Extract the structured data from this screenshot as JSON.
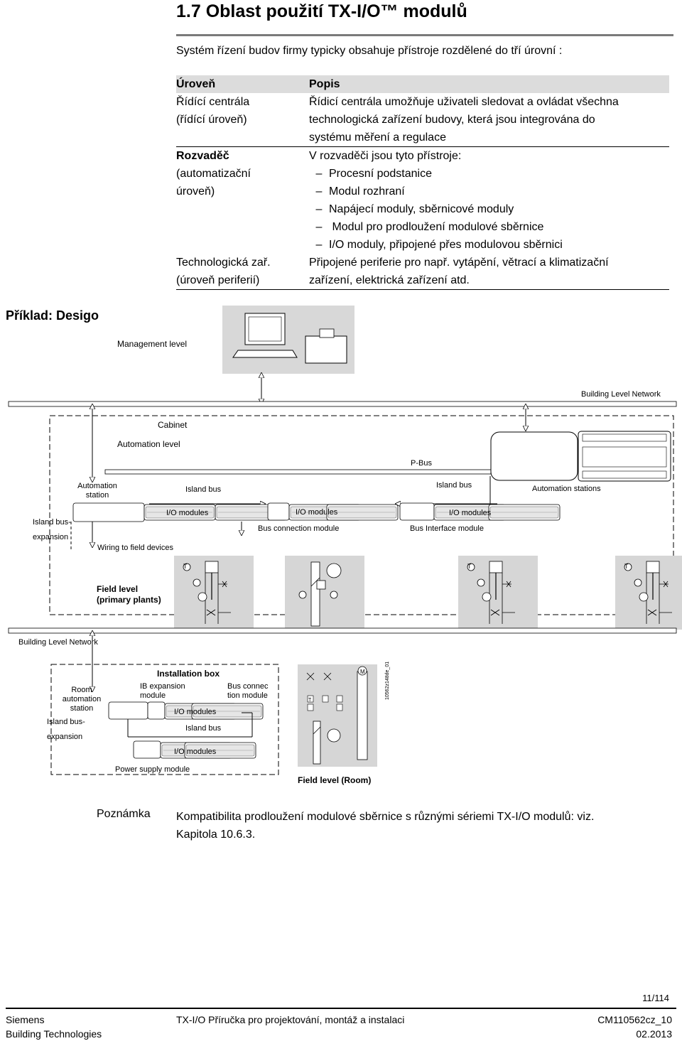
{
  "section": {
    "title": "1.7      Oblast použití TX-I/O™ modulů"
  },
  "intro": "Systém řízení budov firmy typicky obsahuje přístroje rozdělené do tří úrovní :",
  "levels_table": {
    "header": {
      "level": "Úroveň",
      "desc": "Popis"
    },
    "rows": [
      {
        "level_lines": [
          "Řídící centrála",
          "(řídící úroveň)"
        ],
        "desc_lines": [
          "Řídicí centrála umožňuje uživateli sledovat a ovládat všechna",
          "technologická zařízení budovy, která jsou integrována do",
          "systému měření a regulace"
        ]
      },
      {
        "level_lines": [
          "Rozvaděč",
          "(automatizační",
          "úroveň)"
        ],
        "desc_intro": "V rozvaděči jsou tyto přístroje:",
        "desc_items": [
          "Procesní podstanice",
          "Modul rozhraní",
          "Napájecí moduly, sběrnicové moduly",
          " Modul pro prodloužení modulové sběrnice",
          "I/O moduly, připojené přes modulovou sběrnici"
        ]
      },
      {
        "level_lines": [
          "Technologická zař.",
          "(úroveň periferií)"
        ],
        "desc_lines": [
          "Připojené periferie pro např. vytápění, větrací a klimatizační",
          "zařízení, elektrická zařízení atd."
        ]
      }
    ]
  },
  "example": {
    "label": "Příklad: Desigo",
    "diagram": {
      "management_level": "Management level",
      "building_level_network": "Building Level Network",
      "cabinet": "Cabinet",
      "automation_level": "Automation level",
      "p_bus": "P-Bus",
      "automation_station": [
        "Automation",
        "station"
      ],
      "island_bus": "Island bus",
      "island_bus_2": "Island bus",
      "automation_stations": "Automation stations",
      "island_bus_expansion": [
        "Island bus-",
        "expansion"
      ],
      "io_modules": "I/O modules",
      "bus_connection_module": "Bus connection module",
      "bus_interface_module": "Bus Interface module",
      "wiring": "Wiring to field devices",
      "field_level_primary": [
        "Field level",
        "(primary plants)"
      ],
      "building_level_network_2": "Building Level Network",
      "installation_box": "Installation box",
      "room_automation_station": [
        "Room",
        "automation",
        "station"
      ],
      "ib_expansion_module": [
        "IB expansion",
        "module"
      ],
      "bus_connection_module_2": [
        "Bus connec",
        "tion module"
      ],
      "power_supply_module": "Power supply module",
      "field_level_room": "Field level (Room)",
      "drawing_code": "10562z148de_01",
      "t_symbol": "T",
      "m_symbol": "M"
    }
  },
  "note": {
    "label": "Poznámka",
    "text": "Kompatibilita prodloužení modulové sběrnice s různými sériemi TX-I/O modulů: viz. Kapitola 10.6.3."
  },
  "page_number": "11/114",
  "footer": {
    "left1": "Siemens",
    "left2": "Building Technologies",
    "center": "TX-I/O Příručka pro projektování, montáž a instalaci",
    "right1": "CM110562cz_10",
    "right2": "02.2013"
  }
}
